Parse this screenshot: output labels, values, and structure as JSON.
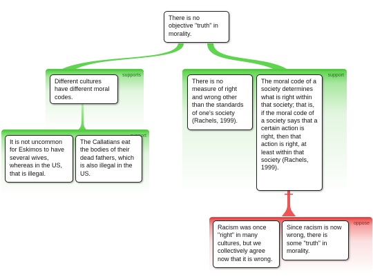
{
  "root": {
    "text": "There is no objective \"truth\" in morality."
  },
  "groups": {
    "left": {
      "label": "supports"
    },
    "left_child": {
      "label": "support"
    },
    "right": {
      "label": "support"
    },
    "oppose": {
      "label": "oppose"
    }
  },
  "nodes": {
    "cultures": "Different cultures have different moral codes.",
    "eskimos": "It is not uncommon for Eskimos to have several wives, whereas in the US, that is illegal.",
    "callatians": "The Callatians eat the bodies of their dead fathers, which is also illegal in the US.",
    "measure": "There is no measure of right and wrong other than the standards of one's society (Rachels, 1999).",
    "moral_code": "The moral code of a society determines what is right within that society; that is, if the moral code of a society says that a certain action is right, then that action is right, at least within that society (Rachels, 1999).",
    "racism_once": "Racism was once \"right\" in many cultures, but we collectively agree now that it is wrong.",
    "racism_now": "Since racism is now wrong, there is some \"truth\" in morality."
  },
  "colors": {
    "support": "#56c945",
    "oppose": "#e24a4a"
  }
}
